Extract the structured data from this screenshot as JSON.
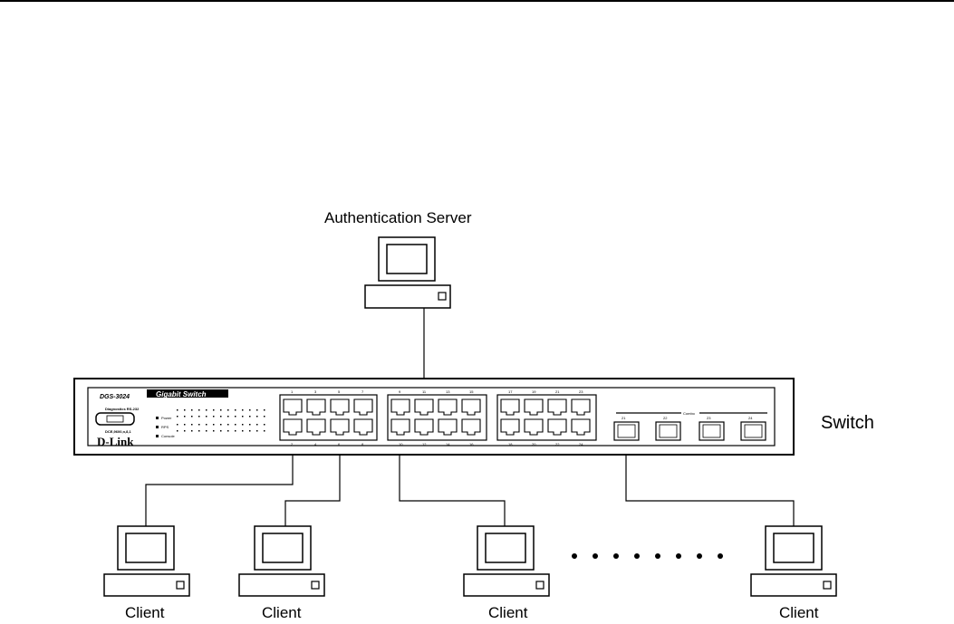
{
  "labels": {
    "server": "Authentication Server",
    "switch": "Switch",
    "clients": [
      "Client",
      "Client",
      "Client",
      "Client"
    ]
  },
  "switch_panel": {
    "model": "DGS-3024",
    "title": "Gigabit Switch",
    "brand": "D-Link",
    "console_label": "Diagnostics RS-232",
    "console_sub": "DCE,9600,n,8,1",
    "leds": [
      "Power",
      "RPS",
      "Console"
    ],
    "combo_label": "Combo",
    "port_groups": [
      {
        "top": [
          "1",
          "3",
          "5",
          "7"
        ],
        "bottom": [
          "2",
          "4",
          "6",
          "8"
        ]
      },
      {
        "top": [
          "9",
          "11",
          "13",
          "15"
        ],
        "bottom": [
          "10",
          "12",
          "14",
          "16"
        ]
      },
      {
        "top": [
          "17",
          "19",
          "21",
          "23"
        ],
        "bottom": [
          "18",
          "20",
          "22",
          "24"
        ]
      }
    ],
    "sfp_ports": [
      "21",
      "22",
      "23",
      "24"
    ]
  },
  "ellipsis_count": 8,
  "colors": {
    "line": "#000000",
    "background": "#ffffff"
  }
}
